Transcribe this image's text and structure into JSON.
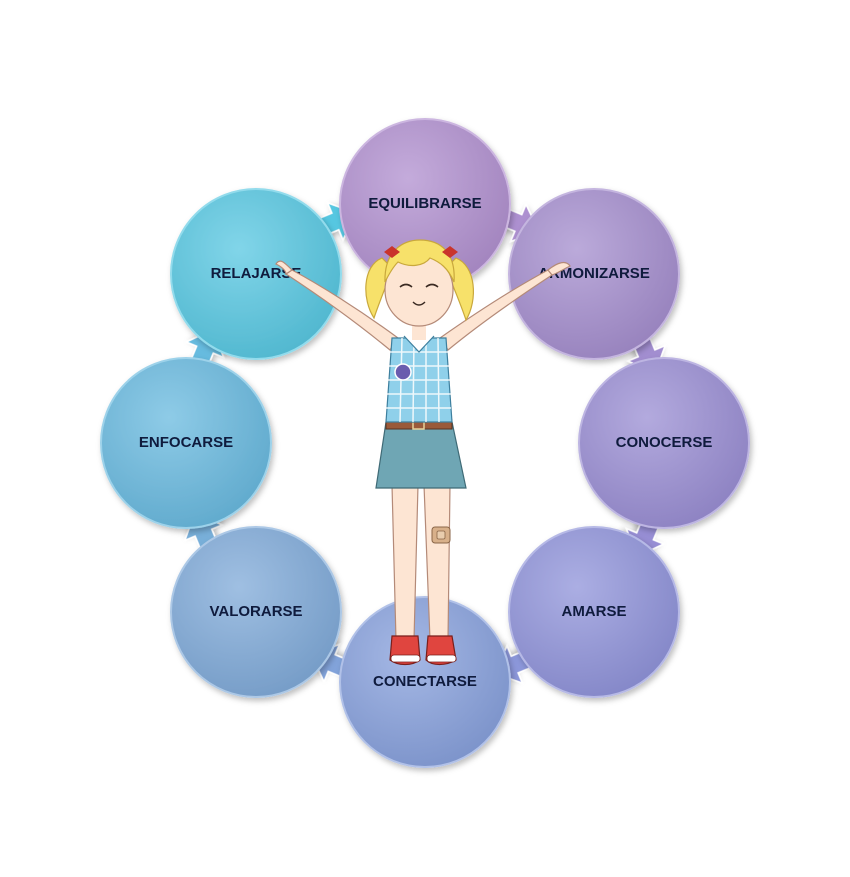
{
  "diagram": {
    "nodes": [
      {
        "key": "equilibrarse",
        "label": "EQUILIBRARSE",
        "color": "#b08fcf"
      },
      {
        "key": "armonizarse",
        "label": "ARMONIZARSE",
        "color": "#a48dcd"
      },
      {
        "key": "conocerse",
        "label": "CONOCERSE",
        "color": "#998dd3"
      },
      {
        "key": "amarse",
        "label": "AMARSE",
        "color": "#8f93d9"
      },
      {
        "key": "conectarse",
        "label": "CONECTARSE",
        "color": "#87a0dc"
      },
      {
        "key": "valorarse",
        "label": "VALORARSE",
        "color": "#7faad8"
      },
      {
        "key": "enfocarse",
        "label": "ENFOCARSE",
        "color": "#68b9df"
      },
      {
        "key": "relajarse",
        "label": "RELAJARSE",
        "color": "#57c7e1"
      }
    ],
    "arrow_colors": [
      "#ad90d0",
      "#a28ed0",
      "#978ed4",
      "#8c97da",
      "#82a3da",
      "#78afd9",
      "#66bbdf",
      "#57c7e1"
    ]
  },
  "figure": {
    "hair_color": "#f7e16a",
    "shirt_color": "#8fd0ea",
    "skirt_color": "#6fa6b4",
    "shoe_color": "#e0453f",
    "badge_color": "#6a5cae"
  }
}
